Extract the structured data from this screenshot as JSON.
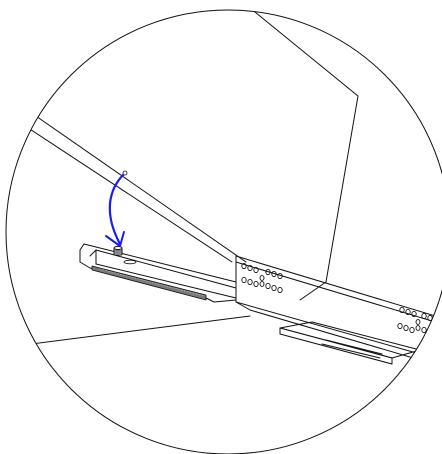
{
  "diagram": {
    "kind": "technical-detail-callout",
    "components": [
      "detail-circle",
      "cabinet-panel",
      "drawer-slide-rail",
      "inner-bracket",
      "screw",
      "mounting-bracket",
      "insertion-arrow"
    ],
    "colors": {
      "line": "#111111",
      "arrow": "#1a1aff",
      "background": "#ffffff",
      "shade": "#9a9a9a"
    },
    "icons": {
      "arrow": "curved-arrow-icon",
      "screw": "screw-icon"
    }
  }
}
